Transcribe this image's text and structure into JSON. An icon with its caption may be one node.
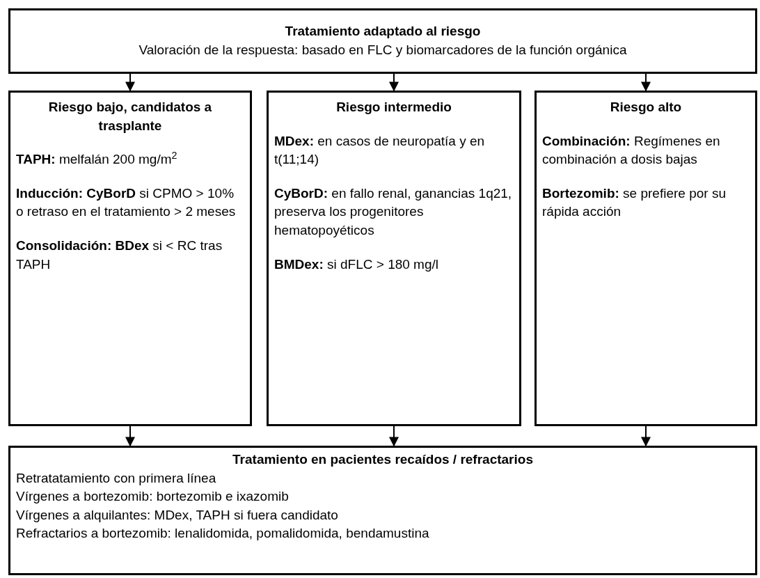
{
  "diagram": {
    "nodes": [
      {
        "text": [
          "Tratamiento adaptado al riesgo",
          "Valoración de la respuesta: basado en FLC y biomarcadores de la función orgánica"
        ]
      },
      {
        "text": [
          "Riesgo bajo, candidatos a trasplante",
          "**TAPH:** melfalán 200 mg/m$^{2}$",
          "**Inducción: CyBorD** si CPMO > 10% o retraso en el tratamiento > 2 meses",
          "**Consolidación: BDex** si < RC tras TAPH"
        ]
      },
      {
        "text": [
          "Riesgo intermedio",
          "**MDex:** en casos de neuropatía y en t(11;14)",
          "**CyBorD:** en fallo renal, ganancias 1q21, preserva los progenitores hematopoyéticos",
          "**BMDex:** si dFLC > 180 mg/l"
        ]
      },
      {
        "text": [
          "Riesgo alto",
          "**Combinación:** Regímenes en combinación a dosis bajas",
          "**Bortezomib:** se prefiere por su rápida acción"
        ]
      },
      {
        "text": [
          "Tratamiento en pacientes recaídos / refractarios",
          "Retratatamiento con primera línea",
          "Vírgenes a bortezomib: bortezomib e ixazomib",
          "Vírgenes a alquilantes: MDex, TAPH si fuera candidato",
          "Refractarios a bortezomib: lenalidomida, pomalidomida, bendamustina"
        ]
      }
    ],
    "edges": [
      {
        "from": 0,
        "to": 1,
        "arrow": "to"
      },
      {
        "from": 0,
        "to": 2,
        "arrow": "to"
      },
      {
        "from": 0,
        "to": 3,
        "arrow": "to"
      },
      {
        "from": 1,
        "to": 4,
        "arrow": "to"
      },
      {
        "from": 2,
        "to": 4,
        "arrow": "to"
      },
      {
        "from": 3,
        "to": 4,
        "arrow": "to"
      }
    ]
  }
}
